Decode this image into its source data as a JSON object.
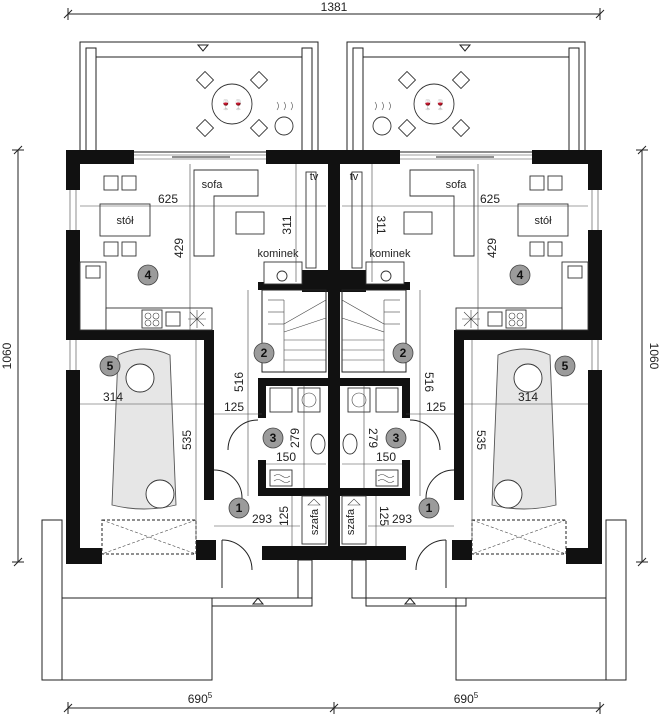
{
  "dimensions": {
    "total_width": "1381",
    "half_width": "690",
    "half_width_sup": "5",
    "total_height": "1060",
    "living_width": "625",
    "living_height": "311",
    "kitchen_height": "429",
    "hall_height": "516",
    "garage_width": "314",
    "garage_depth": "535",
    "corridor_width": "125",
    "bath_depth": "279",
    "bath_width": "150",
    "entry_depth": "125",
    "entry_width": "293"
  },
  "labels": {
    "sofa": "sofa",
    "stol": "stół",
    "tv": "tv",
    "kominek": "kominek",
    "szafa": "szafa"
  },
  "room_numbers": {
    "entry": "1",
    "hall": "2",
    "bath": "3",
    "living": "4",
    "garage": "5"
  }
}
